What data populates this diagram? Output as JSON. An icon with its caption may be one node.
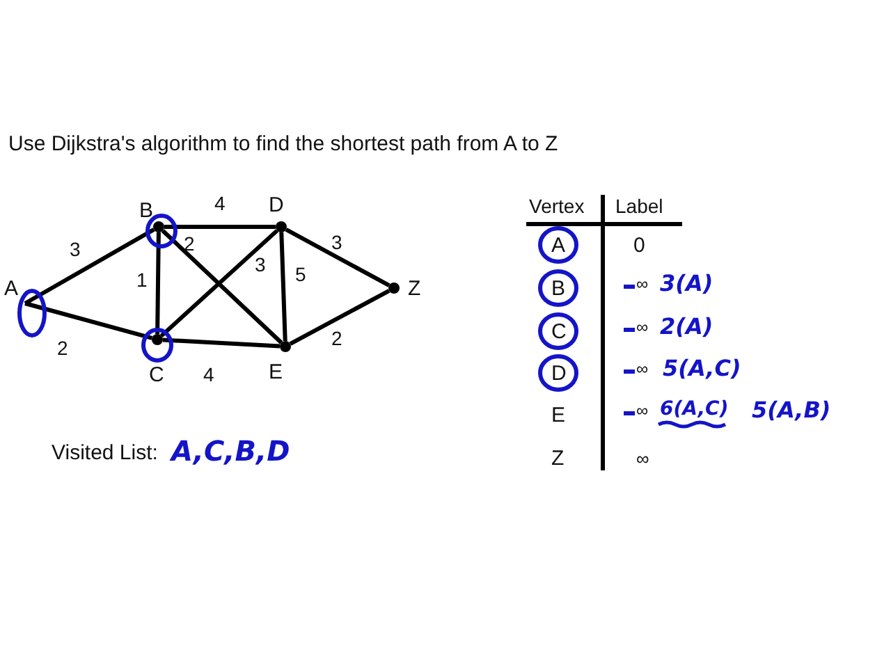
{
  "diagram": {
    "title": "Use Dijkstra's algorithm to find the shortest path from A to Z",
    "nodes": [
      {
        "text": [
          "A"
        ]
      },
      {
        "text": [
          "B"
        ]
      },
      {
        "text": [
          "C"
        ]
      },
      {
        "text": [
          "D"
        ]
      },
      {
        "text": [
          "E"
        ]
      },
      {
        "text": [
          "Z"
        ]
      }
    ],
    "edges": [
      {
        "from": 0,
        "to": 1,
        "arrow": "none",
        "label": "3"
      },
      {
        "from": 0,
        "to": 2,
        "arrow": "none",
        "label": "2"
      },
      {
        "from": 1,
        "to": 2,
        "arrow": "none",
        "label": "1"
      },
      {
        "from": 1,
        "to": 3,
        "arrow": "none",
        "label": "4"
      },
      {
        "from": 1,
        "to": 4,
        "arrow": "none",
        "label": "2"
      },
      {
        "from": 2,
        "to": 3,
        "arrow": "none",
        "label": "3"
      },
      {
        "from": 2,
        "to": 4,
        "arrow": "none",
        "label": "4"
      },
      {
        "from": 3,
        "to": 4,
        "arrow": "none",
        "label": "5"
      },
      {
        "from": 3,
        "to": 5,
        "arrow": "none",
        "label": "3"
      },
      {
        "from": 4,
        "to": 5,
        "arrow": "none",
        "label": "2"
      }
    ],
    "labels": [
      "Vertex",
      "Label",
      "A",
      "0",
      "B",
      "∞",
      "3(A)",
      "C",
      "∞",
      "2(A)",
      "D",
      "∞",
      "5(A,C)",
      "E",
      "∞",
      "6(A,C)",
      "5(A,B)",
      "Z",
      "∞",
      "Visited List:",
      "A,C,B,D"
    ]
  }
}
